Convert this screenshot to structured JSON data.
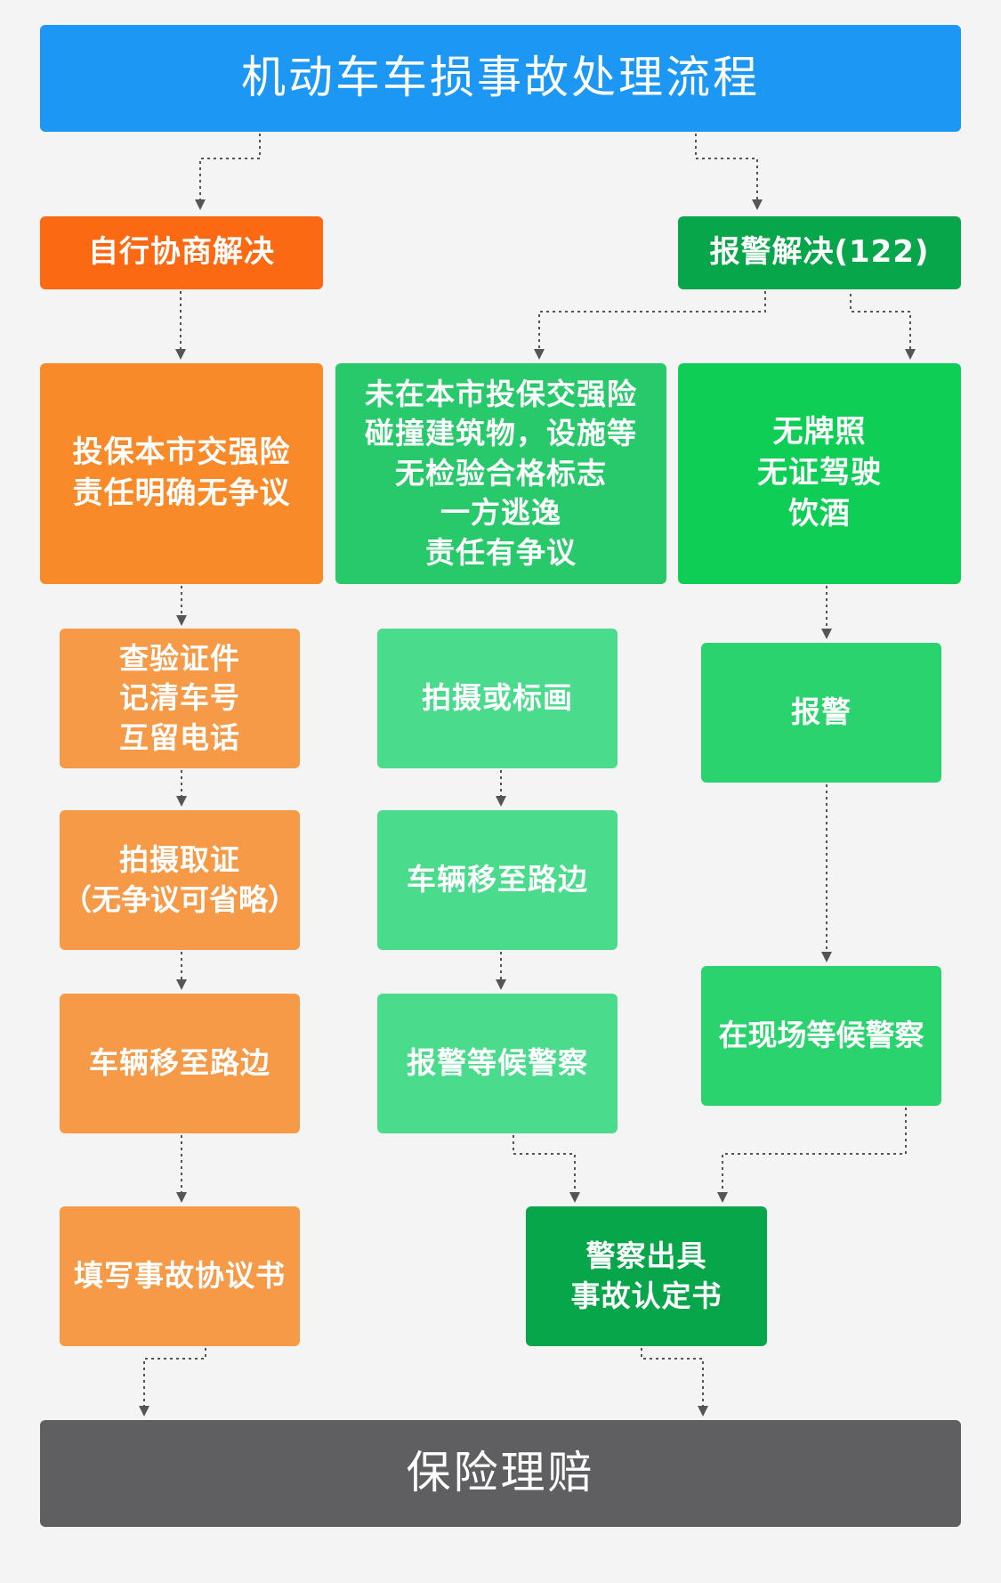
{
  "title": "机动车车损事故处理流程",
  "bottom": "保险理赔",
  "left_branch": {
    "header": "自行协商解决",
    "condition": [
      "投保本市交强险",
      "责任明确无争议"
    ],
    "steps": [
      [
        "查验证件",
        "记清车号",
        "互留电话"
      ],
      [
        "拍摄取证",
        "（无争议可省略）"
      ],
      [
        "车辆移至路边"
      ],
      [
        "填写事故协议书"
      ]
    ]
  },
  "right_branch": {
    "header": "报警解决(122)",
    "middle_condition": [
      "未在本市投保交强险",
      "碰撞建筑物，设施等",
      "无检验合格标志",
      "一方逃逸",
      "责任有争议"
    ],
    "middle_steps": [
      [
        "拍摄或标画"
      ],
      [
        "车辆移至路边"
      ],
      [
        "报警等候警察"
      ]
    ],
    "right_condition": [
      "无牌照",
      "无证驾驶",
      "饮酒"
    ],
    "right_steps": [
      [
        "报警"
      ],
      [
        "在现场等候警察"
      ]
    ],
    "final": [
      "警察出具",
      "事故认定书"
    ]
  },
  "colors": {
    "title": "#1c97f3",
    "bottom": "#5f5f61",
    "orange_dark": "#fb6913",
    "orange": "#f98a2a",
    "orange_light": "#f79a47",
    "green_dark": "#08a64a",
    "green_bright": "#0fce55",
    "green_light": "#4bdb8c",
    "connector": "#555555"
  }
}
